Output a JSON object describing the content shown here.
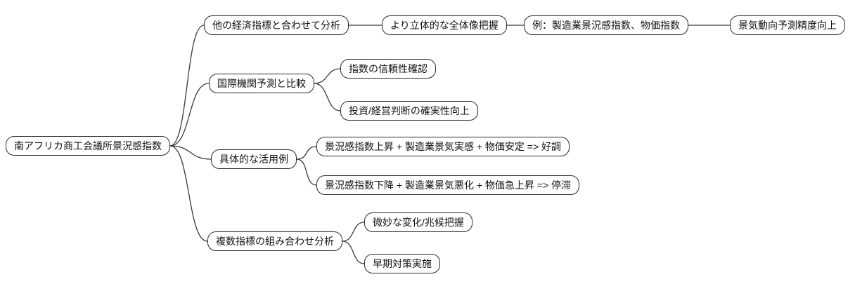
{
  "mindmap": {
    "root": "南アフリカ商工会議所景況感指数",
    "branches": [
      {
        "label": "他の経済指標と合わせて分析",
        "children": [
          "より立体的な全体像把握",
          "例：製造業景況感指数、物価指数",
          "景気動向予測精度向上"
        ]
      },
      {
        "label": "国際機関予測と比較",
        "children": [
          "指数の信頼性確認",
          "投資/経営判断の確実性向上"
        ]
      },
      {
        "label": "具体的な活用例",
        "children": [
          "景況感指数上昇 + 製造業景気実感 + 物価安定 => 好調",
          "景況感指数下降 + 製造業景気悪化 + 物価急上昇 => 停滞"
        ]
      },
      {
        "label": "複数指標の組み合わせ分析",
        "children": [
          "微妙な変化/兆候把握",
          "早期対策実施"
        ]
      }
    ]
  },
  "style": {
    "canvas_bg": "#ffffff",
    "node_fill": "#ffffff",
    "node_border": "#2a2a2a",
    "line_color": "#3a3a3a",
    "text_color": "#111111"
  }
}
